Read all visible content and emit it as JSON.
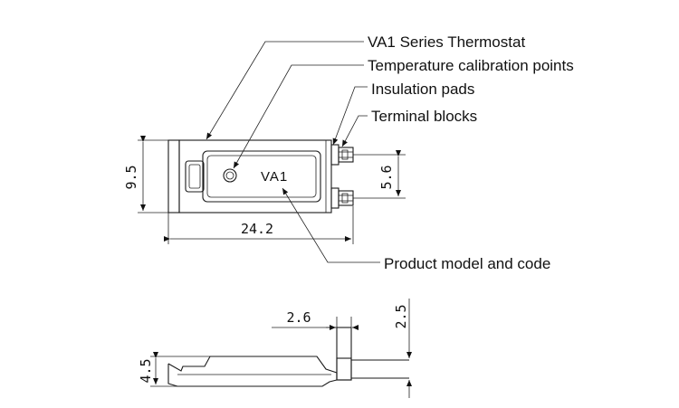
{
  "callouts": {
    "series": "VA1 Series Thermostat",
    "calibration": "Temperature calibration points",
    "insulation": "Insulation pads",
    "terminals": "Terminal blocks",
    "product": "Product model and code"
  },
  "part": {
    "model_label": "VA1"
  },
  "dimensions": {
    "height": "9.5",
    "length": "24.2",
    "terminal_pitch": "5.6",
    "terminal_width": "2.6",
    "terminal_height": "2.5",
    "thickness": "4.5"
  }
}
